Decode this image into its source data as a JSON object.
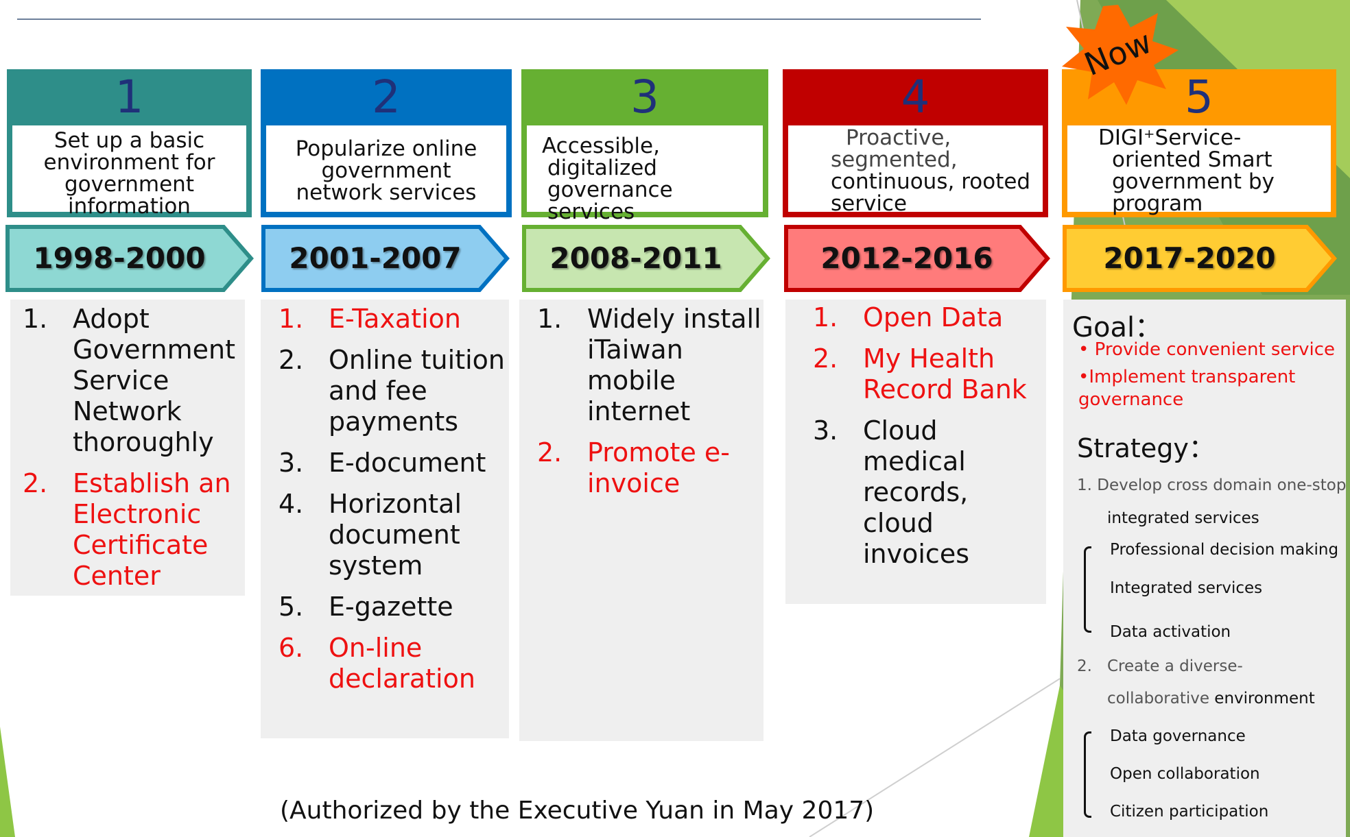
{
  "phases": [
    {
      "number": "1",
      "title_lines": [
        "Set up a basic",
        "environment for",
        "government",
        "information"
      ],
      "years": "1998-2000",
      "items": [
        {
          "n": "1.",
          "t": "Adopt Government Service Network thoroughly",
          "red": false
        },
        {
          "n": "2.",
          "t": "Establish an Electronic Certificate Center",
          "red": true
        }
      ]
    },
    {
      "number": "2",
      "title_lines": [
        "Popularize online",
        "government",
        "network  services"
      ],
      "years": "2001-2007",
      "items": [
        {
          "n": "1.",
          "t": "E-Taxation",
          "red": true
        },
        {
          "n": "2.",
          "t": "Online tuition and fee payments",
          "red": false
        },
        {
          "n": "3.",
          "t": "E-document",
          "red": false
        },
        {
          "n": "4.",
          "t": "Horizontal document system",
          "red": false
        },
        {
          "n": "5.",
          "t": "E-gazette",
          "red": false
        },
        {
          "n": "6.",
          "t": "On-line declaration",
          "red": true
        }
      ]
    },
    {
      "number": "3",
      "title_lines": [
        "Accessible,",
        "digitalized",
        "governance services"
      ],
      "years": "2008-2011",
      "items": [
        {
          "n": "1.",
          "t": "Widely install iTaiwan mobile internet",
          "red": false
        },
        {
          "n": "2.",
          "t": "Promote e-invoice",
          "red": true
        }
      ]
    },
    {
      "number": "4",
      "title_lines": [
        "Proactive,",
        "segmented,",
        "continuous, rooted",
        "service"
      ],
      "years": "2012-2016",
      "items": [
        {
          "n": "1.",
          "t": "Open Data",
          "red": true
        },
        {
          "n": "2.",
          "t": "My Health Record Bank",
          "red": true
        },
        {
          "n": "3.",
          "t": "Cloud medical records, cloud invoices",
          "red": false
        }
      ]
    },
    {
      "number": "5",
      "title_lines": [
        "DIGI⁺Service-",
        "oriented Smart",
        "government by",
        "program"
      ],
      "years": "2017-2020",
      "items": []
    }
  ],
  "badge": "Now",
  "goal": {
    "heading": "Goal：",
    "items": [
      "• Provide convenient service",
      "•Implement transparent",
      "governance"
    ]
  },
  "strategy": {
    "heading": "Strategy：",
    "s1_line1": "1. Develop cross domain one-stop",
    "s1_line2": "integrated services",
    "s1_subs": [
      "Professional decision making",
      "Integrated services",
      "Data activation"
    ],
    "s2_num": "2.",
    "s2_line1": "Create a diverse-",
    "s2_line2a": "collaborative ",
    "s2_line2b": "environment",
    "s2_subs": [
      "Data governance",
      "Open collaboration",
      "Citizen participation"
    ]
  },
  "footer": "(Authorized by the Executive Yuan in May 2017)",
  "colors": {
    "p1": "#2e8e89",
    "p2": "#0071c1",
    "p3": "#66b032",
    "p4": "#c00000",
    "p5": "#ff9900",
    "red": "#ee1111"
  }
}
